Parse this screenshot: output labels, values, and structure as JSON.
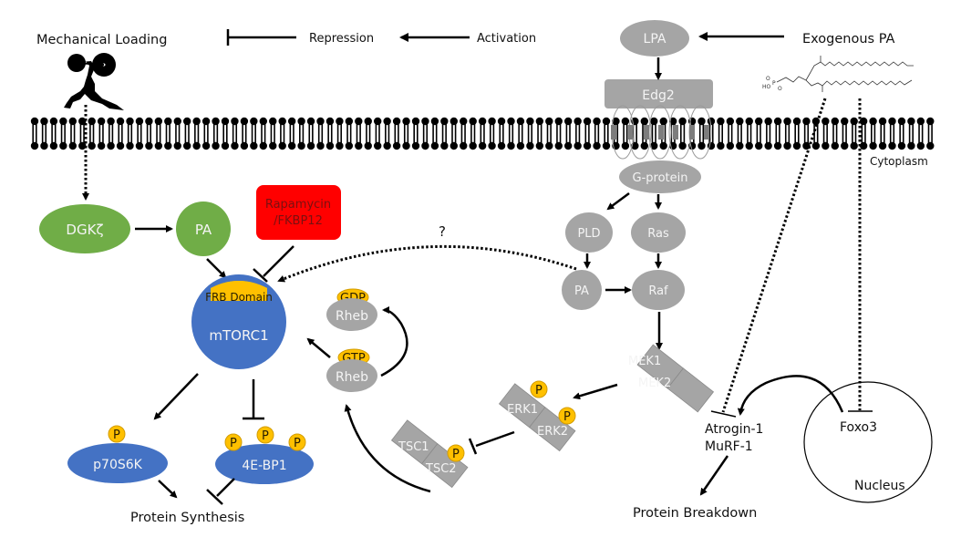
{
  "legend": {
    "repression_label": "Repression",
    "activation_label": "Activation"
  },
  "labels": {
    "mechanical_loading": "Mechanical Loading",
    "exogenous_pa": "Exogenous PA",
    "cytoplasm": "Cytoplasm",
    "nucleus": "Nucleus",
    "protein_synthesis": "Protein Synthesis",
    "protein_breakdown": "Protein Breakdown",
    "unknown_link": "?",
    "phospho": "P"
  },
  "nodes": {
    "lpa": "LPA",
    "edg2": "Edg2",
    "g_protein": "G-protein",
    "pld": "PLD",
    "ras": "Ras",
    "pa_right": "PA",
    "raf": "Raf",
    "mek1": "MEK1",
    "mek2": "MEK2",
    "erk1": "ERK1",
    "erk2": "ERK2",
    "tsc1": "TSC1",
    "tsc2": "TSC2",
    "dgkz": "DGKζ",
    "pa_left": "PA",
    "rapamycin_line1": "Rapamycin",
    "rapamycin_line2": "/FKBP12",
    "frb_domain": "FRB Domain",
    "mtorc1": "mTORC1",
    "rheb_gdp_cap": "GDP",
    "rheb_gdp": "Rheb",
    "rheb_gtp_cap": "GTP",
    "rheb_gtp": "Rheb",
    "p70s6k": "p70S6K",
    "4ebp1": "4E-BP1",
    "atrogin1": "Atrogin-1",
    "murf1": "MuRF-1",
    "foxo3": "Foxo3"
  },
  "colors": {
    "green": "#70AD47",
    "blue": "#4472C4",
    "gray": "#A5A5A5",
    "gold": "#FFC000",
    "red": "#FF0000",
    "rapamycin_text": "#7a1010",
    "ink": "#000000"
  }
}
